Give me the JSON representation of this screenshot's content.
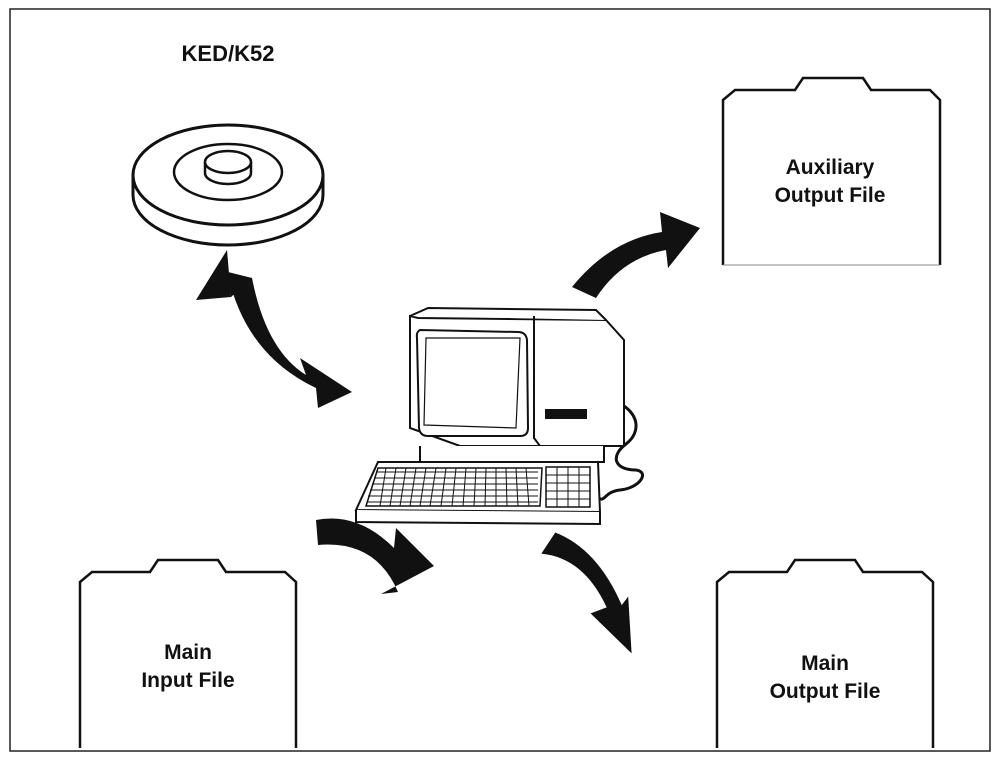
{
  "disk": {
    "label": "KED/K52"
  },
  "files": {
    "auxiliary_output": {
      "line1": "Auxiliary",
      "line2": "Output File"
    },
    "main_input": {
      "line1": "Main",
      "line2": "Input File"
    },
    "main_output": {
      "line1": "Main",
      "line2": "Output File"
    }
  },
  "colors": {
    "ink": "#111111",
    "paper": "#ffffff"
  }
}
